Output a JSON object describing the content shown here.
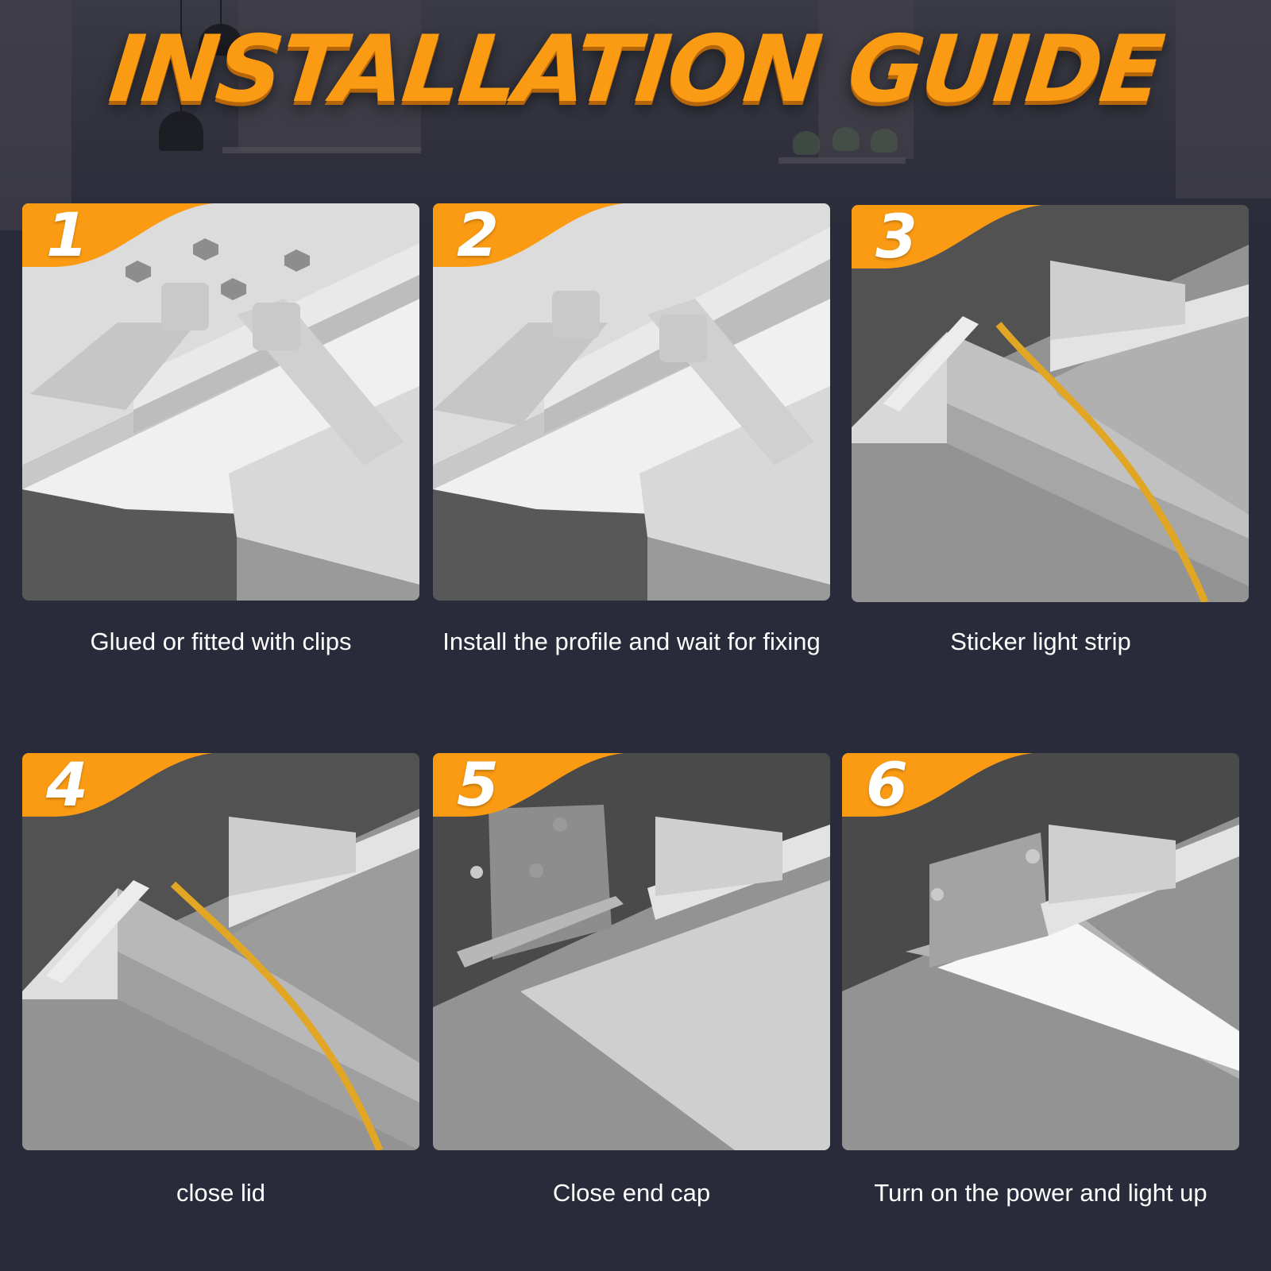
{
  "page": {
    "title": "INSTALLATION GUIDE",
    "accent_color": "#fb9b13",
    "background_color": "#2a2b3a"
  },
  "steps": [
    {
      "number": "1",
      "caption": "Glued or fitted with clips",
      "illustration": "profile-with-spring-clips-and-nuts"
    },
    {
      "number": "2",
      "caption": "Install the profile and wait for fixing",
      "illustration": "profile-clips-fixed"
    },
    {
      "number": "3",
      "caption": "Sticker light strip",
      "illustration": "led-strip-in-profile"
    },
    {
      "number": "4",
      "caption": "close lid",
      "illustration": "diffuser-lid-closed"
    },
    {
      "number": "5",
      "caption": "Close end cap",
      "illustration": "end-cap-with-screws"
    },
    {
      "number": "6",
      "caption": "Turn on the power and light up",
      "illustration": "lit-diffuser"
    }
  ]
}
